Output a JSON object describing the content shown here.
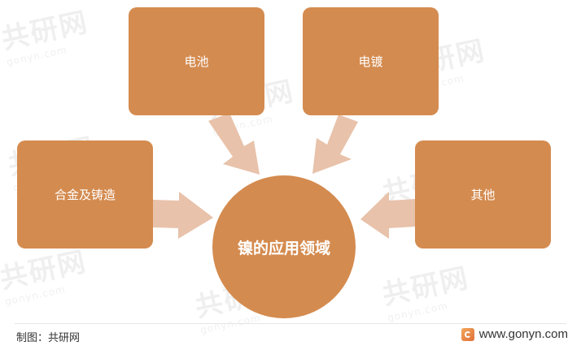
{
  "diagram": {
    "center": "镍的应用领域",
    "nodes": {
      "top_left": "电池",
      "top_right": "电镀",
      "left": "合金及铸造",
      "right": "其他"
    }
  },
  "watermark": {
    "text": "共研网",
    "sub": "gonyn.com"
  },
  "footer": {
    "credit": "制图：共研网",
    "site": "www.gonyn.com"
  },
  "colors": {
    "box": "#d48b4f",
    "arrow": "#e8c2aa"
  }
}
